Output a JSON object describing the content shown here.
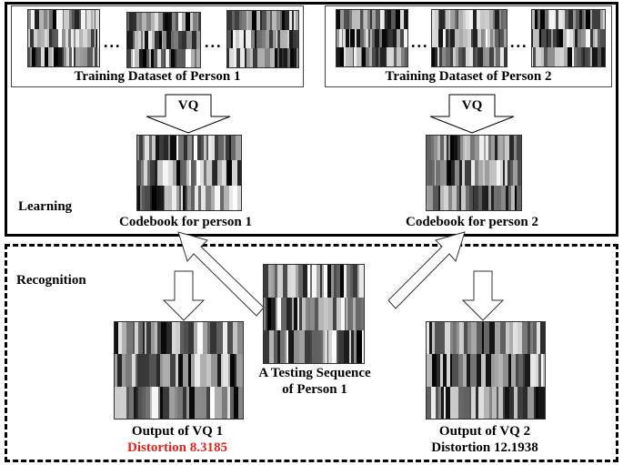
{
  "learning": {
    "section_label": "Learning",
    "training_1_label": "Training Dataset of Person 1",
    "training_2_label": "Training Dataset of Person 2",
    "ellipsis": "...",
    "vq_label_1": "VQ",
    "vq_label_2": "VQ",
    "codebook_1_label": "Codebook for person 1",
    "codebook_2_label": "Codebook for person 2"
  },
  "recognition": {
    "section_label": "Recognition",
    "testing_label_line1": "A Testing Sequence",
    "testing_label_line2": "of Person 1",
    "output_1_label": "Output of VQ 1",
    "output_2_label": "Output of VQ 2",
    "distortion_1": "Distortion 8.3185",
    "distortion_2": "Distortion 12.1938",
    "distortion_1_color": "#e8231c",
    "distortion_2_color": "#000000"
  }
}
